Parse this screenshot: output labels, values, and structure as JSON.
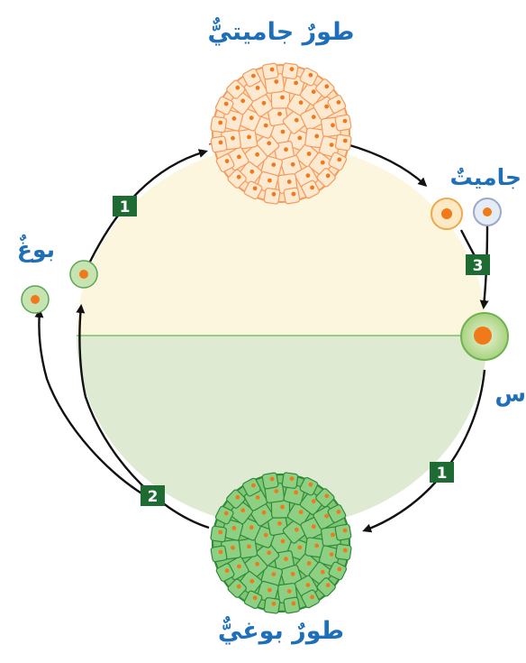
{
  "labels": {
    "gametophyte": "طورٌ جاميتيٌّ",
    "gamete": "جاميتٌ",
    "spore": "بوغٌ",
    "zygote_partial": "س",
    "sporophyte": "طورٌ بوغيٌّ"
  },
  "steps": {
    "step_left_top": "1",
    "step_right_top": "3",
    "step_right_bottom": "1",
    "step_left_bottom": "2"
  },
  "colors": {
    "upper_fill": "#fbf6dd",
    "lower_fill": "#deebd2",
    "label": "#1f6fb8",
    "badge": "#1e6b34",
    "gametophyte_cells": "#f6ad6c",
    "sporophyte_cells": "#6dbd64",
    "nucleus": "#f07a1a"
  }
}
